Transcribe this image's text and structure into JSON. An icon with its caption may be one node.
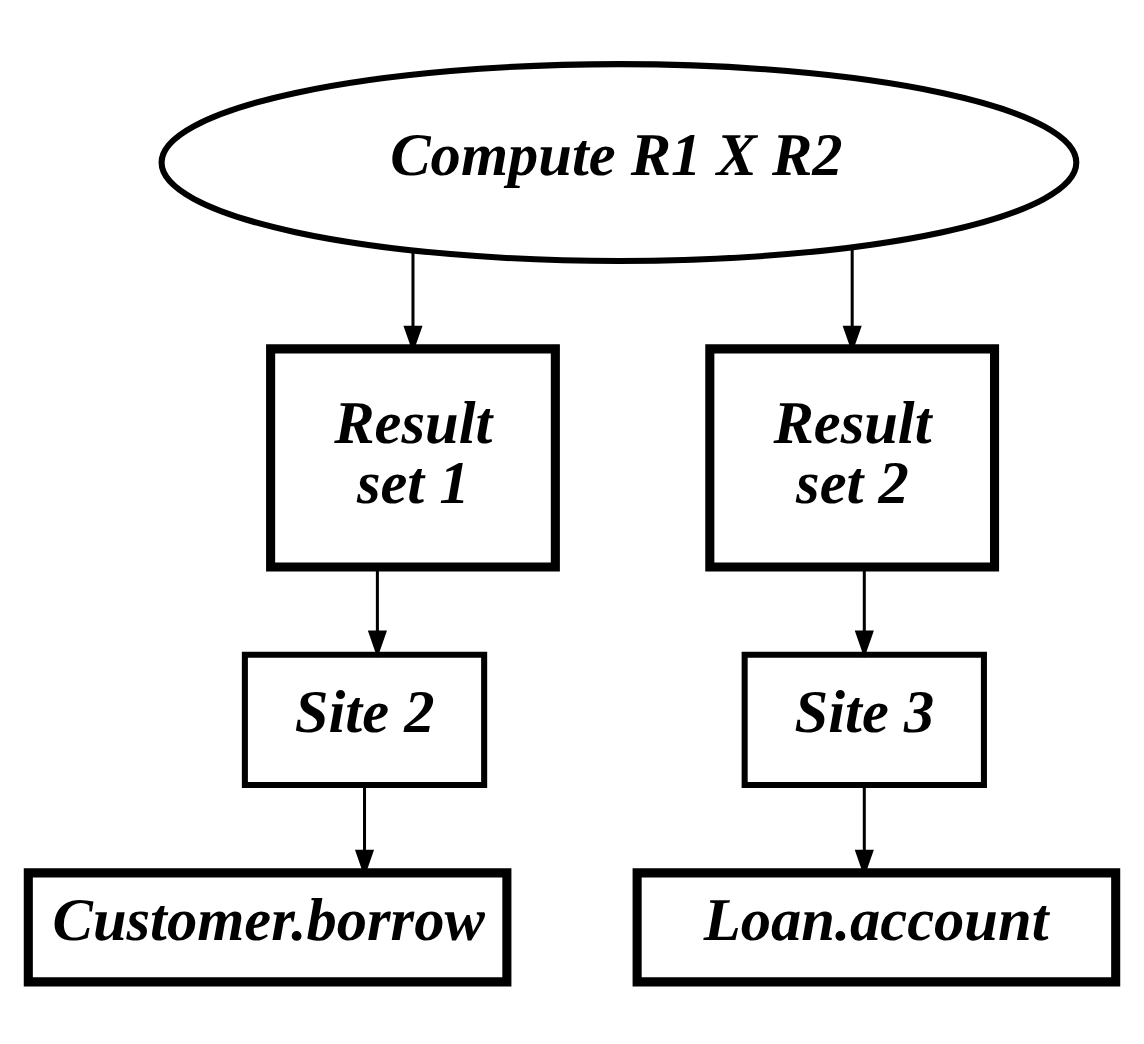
{
  "diagram": {
    "nodes": [
      {
        "text": [
          "Compute R1 X R2"
        ]
      },
      {
        "text": [
          "Result set 1"
        ]
      },
      {
        "text": [
          "Result set 2"
        ]
      },
      {
        "text": [
          "Site 2"
        ]
      },
      {
        "text": [
          "Site 3"
        ]
      },
      {
        "text": [
          "Customer.borrow"
        ]
      },
      {
        "text": [
          "Loan.account"
        ]
      }
    ],
    "edges": [
      {
        "from": 0,
        "to": 1,
        "arrow": "to"
      },
      {
        "from": 0,
        "to": 2,
        "arrow": "to"
      },
      {
        "from": 1,
        "to": 3,
        "arrow": "to"
      },
      {
        "from": 2,
        "to": 4,
        "arrow": "to"
      },
      {
        "from": 3,
        "to": 5,
        "arrow": "to"
      },
      {
        "from": 4,
        "to": 6,
        "arrow": "to"
      }
    ]
  }
}
